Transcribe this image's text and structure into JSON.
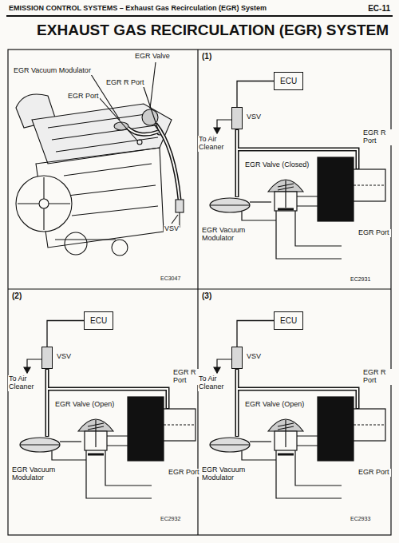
{
  "diagram": {
    "title": "EXHAUST GAS RECIRCULATION (EGR) SYSTEM",
    "nodes": [
      {
        "text": [
          "ECU"
        ]
      },
      {
        "text": [
          "VSV"
        ]
      },
      {
        "text": [
          "ECU"
        ]
      },
      {
        "text": [
          "VSV"
        ]
      },
      {
        "text": [
          "ECU"
        ]
      },
      {
        "text": [
          "VSV"
        ]
      }
    ],
    "edges": [
      {
        "from": 0,
        "to": 1,
        "arrow": "none"
      },
      {
        "from": 2,
        "to": 3,
        "arrow": "none"
      },
      {
        "from": 4,
        "to": 5,
        "arrow": "none"
      }
    ],
    "labels": [
      "EMISSION CONTROL SYSTEMS – Exhaust Gas Recirculation (EGR) System",
      "EC-11",
      "EGR Vacuum Modulator",
      "EGR Valve",
      "EGR R Port",
      "EGR Port",
      "VSV",
      "EC3047",
      "(1)",
      "To Air Cleaner",
      "EGR R Port",
      "EGR Valve (Closed)",
      "EGR Vacuum Modulator",
      "EGR Port",
      "EC2931",
      "(2)",
      "To Air Cleaner",
      "EGR R Port",
      "EGR Valve (Open)",
      "EGR Vacuum Modulator",
      "EGR Port",
      "EC2932",
      "(3)",
      "To Air Cleaner",
      "EGR R Port",
      "EGR Valve (Open)",
      "EGR Vacuum Modulator",
      "EGR Port",
      "EC2933"
    ]
  }
}
